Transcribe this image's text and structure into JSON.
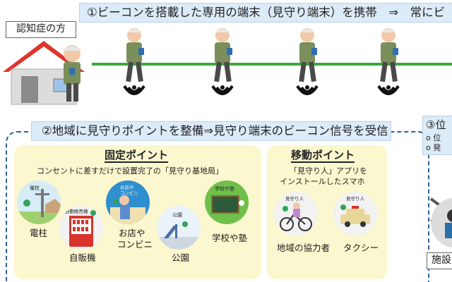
{
  "steps": {
    "step1": "①ビーコンを搭載した専用の端末（見守り端末）を携帯　⇒　常にビ",
    "step2": "②地域に見守りポイントを整備⇒見守り端末のビーコン信号を受信",
    "step3_title": "③位",
    "step3_item1": "o 位",
    "step3_item2": "o 発"
  },
  "person_label": "認知症の方",
  "fixed_points": {
    "title": "固定ポイント",
    "subtitle": "コンセントに差すだけで設置完了の「見守り基地局」",
    "items": [
      {
        "icon_label": "電柱",
        "caption": "電柱"
      },
      {
        "icon_label": "自動販売機",
        "caption": "自販機"
      },
      {
        "icon_label": "お店や\nコンビニ",
        "caption": "お店や\nコンビニ"
      },
      {
        "icon_label": "公園",
        "caption": "公園"
      },
      {
        "icon_label": "学校や塾",
        "caption": "学校や塾"
      }
    ]
  },
  "mobile_points": {
    "title": "移動ポイント",
    "subtitle_line1": "「見守り人」アプリを",
    "subtitle_line2": "インストールしたスマホ",
    "items": [
      {
        "icon_label": "見守り人",
        "caption": "地域の協力者"
      },
      {
        "icon_label": "見守り人",
        "caption": "タクシー"
      }
    ]
  },
  "facility_label": "施設",
  "colors": {
    "banner_bg": "#dcebf8",
    "panel_bg": "#fbf7cf",
    "dash_border": "#2f5f9e",
    "walk_line": "#3aa83a",
    "house_roof": "#e0332b"
  }
}
